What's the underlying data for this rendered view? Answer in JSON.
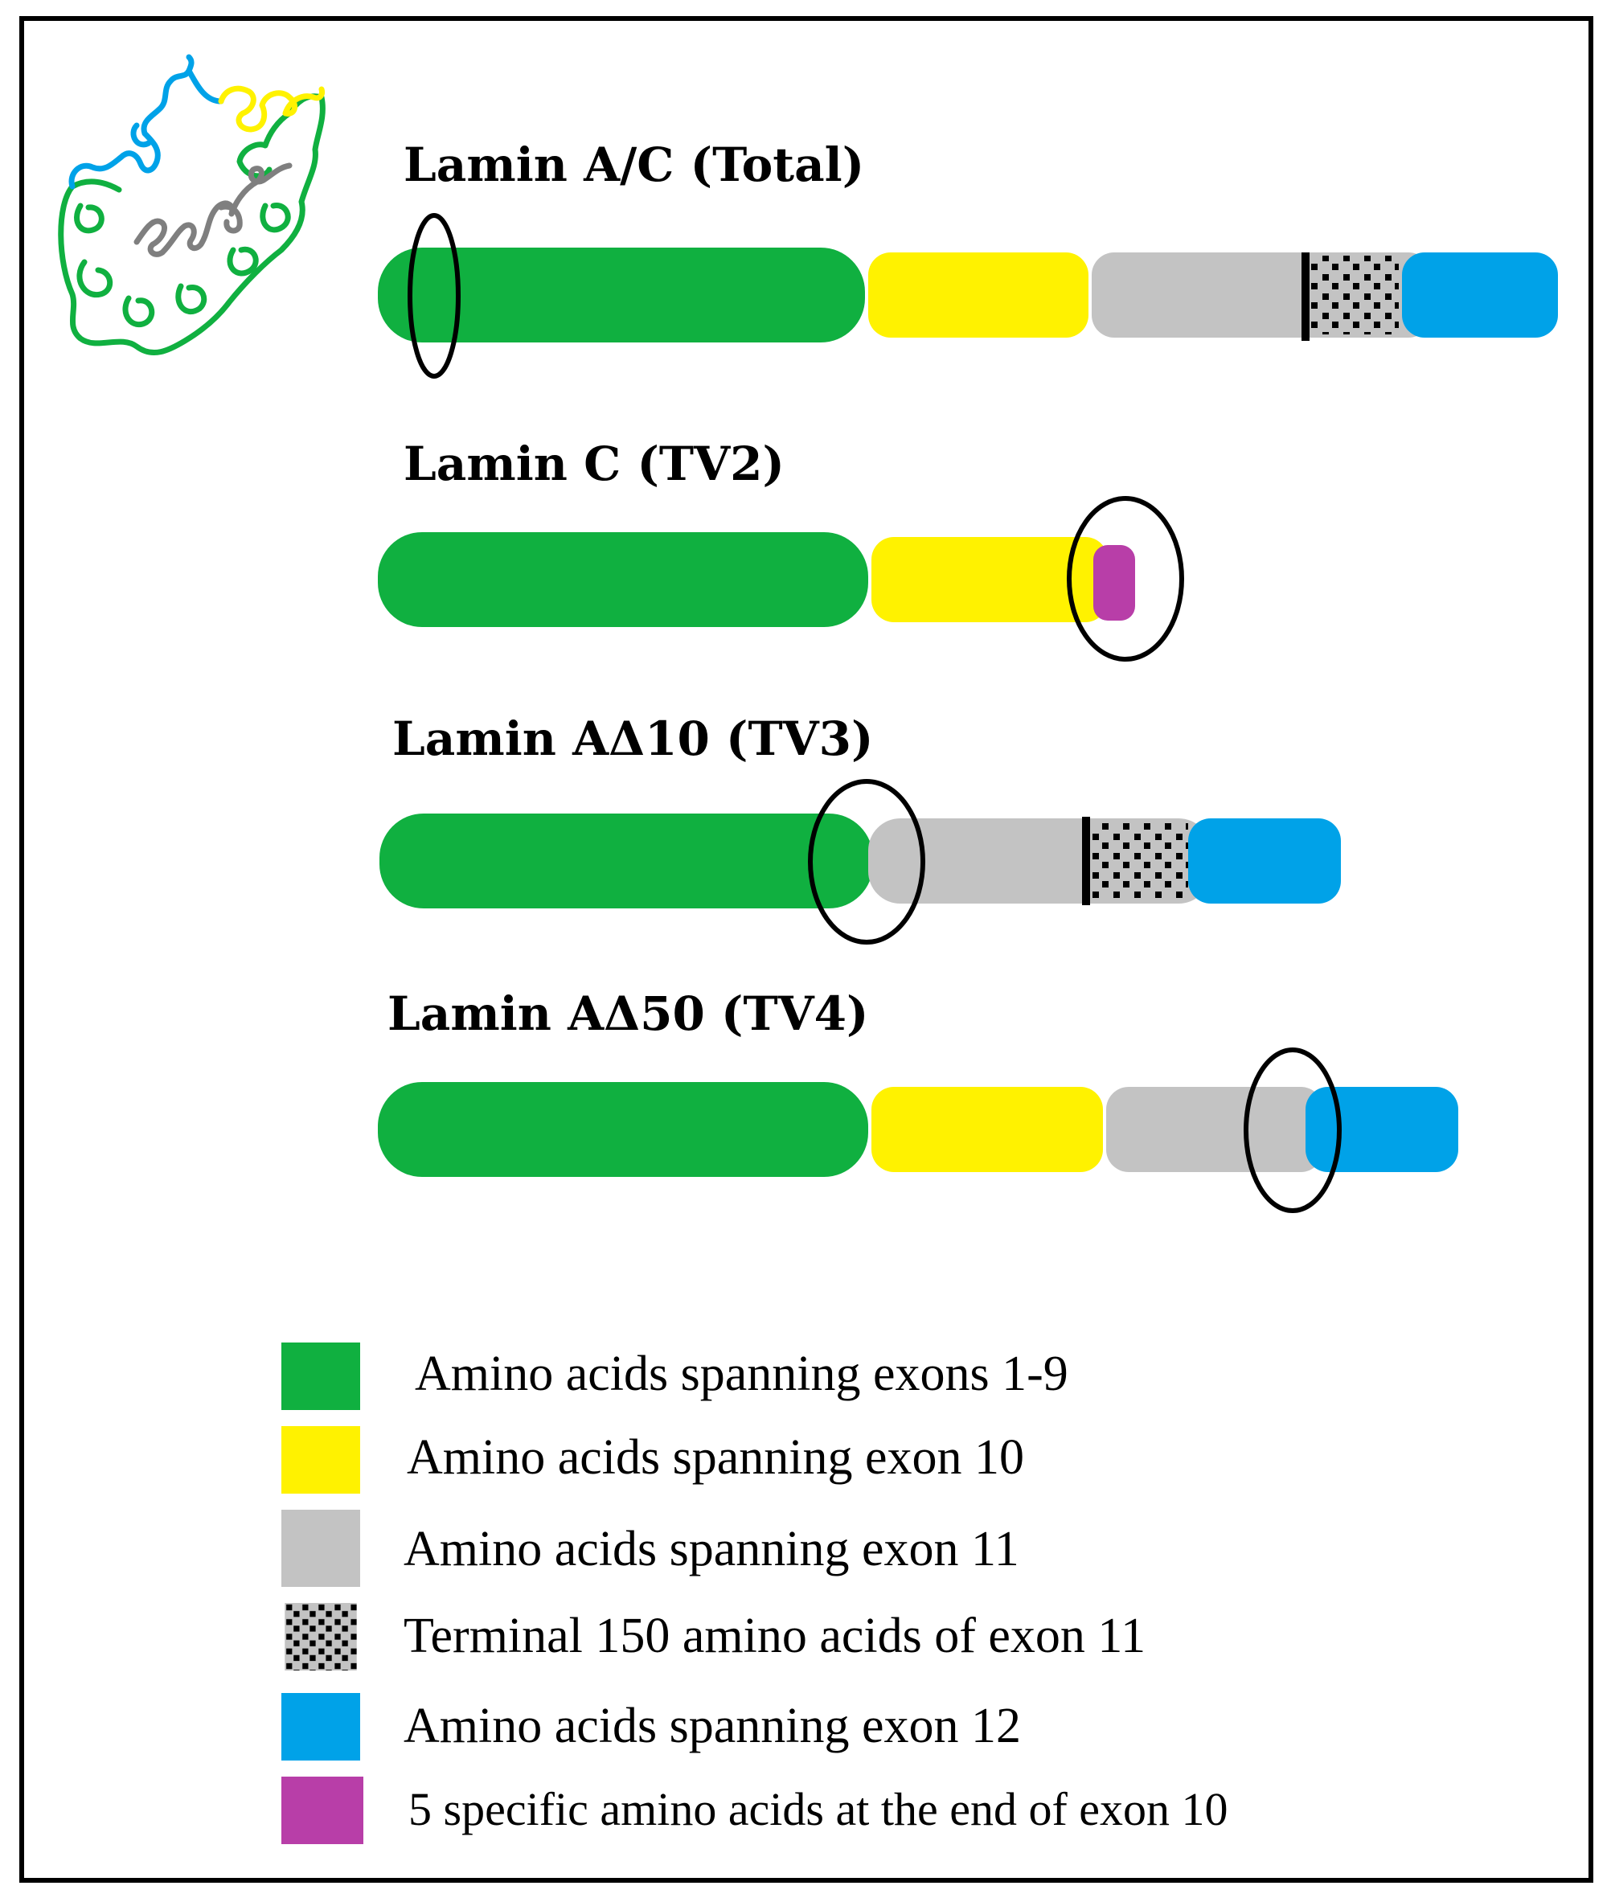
{
  "colors": {
    "exons_1_9": "#10b040",
    "exon_10": "#fff200",
    "exon_11": "#c3c3c3",
    "exon_12": "#00a2e8",
    "exon_10_end": "#b83ea8",
    "outline": "#000000"
  },
  "isoforms": [
    {
      "title": "Lamin A/C  (Total)"
    },
    {
      "title": "Lamin C (TV2)"
    },
    {
      "title": "Lamin AΔ10 (TV3)"
    },
    {
      "title": "Lamin AΔ50 (TV4)"
    }
  ],
  "legend": [
    {
      "label": "Amino acids spanning exons 1-9",
      "swatch": "exons_1_9"
    },
    {
      "label": "Amino acids spanning exon 10",
      "swatch": "exon_10"
    },
    {
      "label": "Amino acids spanning exon 11",
      "swatch": "exon_11"
    },
    {
      "label": "Terminal 150 amino acids of exon 11",
      "swatch": "dotted"
    },
    {
      "label": "Amino acids spanning exon 12",
      "swatch": "exon_12"
    },
    {
      "label": "5 specific amino acids at the end of exon 10",
      "swatch": "exon_10_end"
    }
  ],
  "icon": {
    "name": "folded-protein-icon"
  }
}
